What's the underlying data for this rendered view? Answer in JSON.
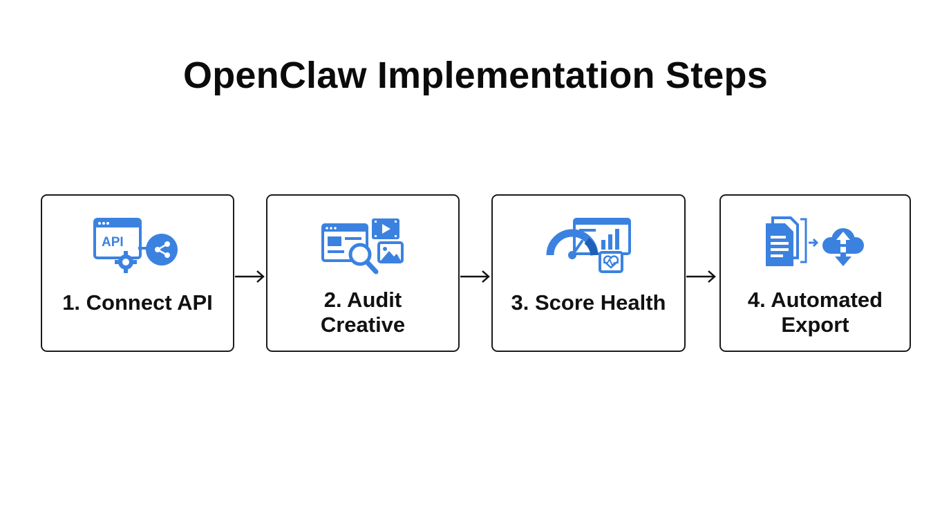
{
  "title": "OpenClaw Implementation Steps",
  "colors": {
    "accent": "#3b82e0",
    "accent_dark": "#1f5fb8",
    "border": "#1a1a1a",
    "text": "#111111"
  },
  "steps": [
    {
      "label": "1. Connect API",
      "icon": "api-share-icon",
      "icon_text": "API"
    },
    {
      "label": "2. Audit Creative",
      "icon": "audit-media-icon"
    },
    {
      "label": "3. Score Health",
      "icon": "health-dashboard-icon"
    },
    {
      "label": "4. Automated Export",
      "icon": "export-cloud-icon"
    }
  ],
  "connectors": [
    "arrow-right-icon",
    "arrow-right-icon",
    "arrow-right-icon"
  ]
}
